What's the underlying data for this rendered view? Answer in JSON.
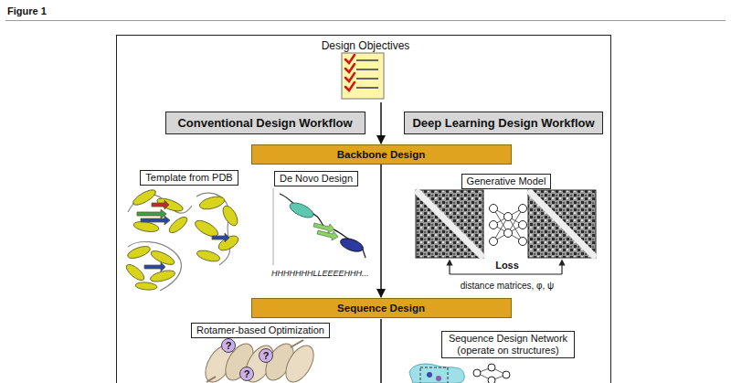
{
  "diagram": {
    "title": "Figure 1",
    "nodes": [
      {
        "text": [
          "Design Objectives"
        ]
      },
      {
        "text": [
          "Conventional Design Workflow"
        ]
      },
      {
        "text": [
          "Deep Learning Design Workflow"
        ]
      },
      {
        "text": [
          "Backbone Design"
        ]
      },
      {
        "text": [
          "Template from PDB"
        ]
      },
      {
        "text": [
          "De Novo Design"
        ]
      },
      {
        "text": [
          "Generative Model"
        ]
      },
      {
        "text": [
          "Sequence Design"
        ]
      },
      {
        "text": [
          "Rotamer-based Optimization"
        ]
      },
      {
        "text": [
          "Sequence Design Network (operate on structures)"
        ]
      }
    ],
    "edges": [
      {
        "from": 0,
        "to": 3,
        "arrow": "to"
      },
      {
        "from": 3,
        "to": 7,
        "arrow": "to"
      }
    ],
    "labels": [
      "HHHHHHHLLEEEEHHH...",
      "Loss",
      "distance matrices, φ, ψ",
      "?",
      "?",
      "?"
    ]
  }
}
